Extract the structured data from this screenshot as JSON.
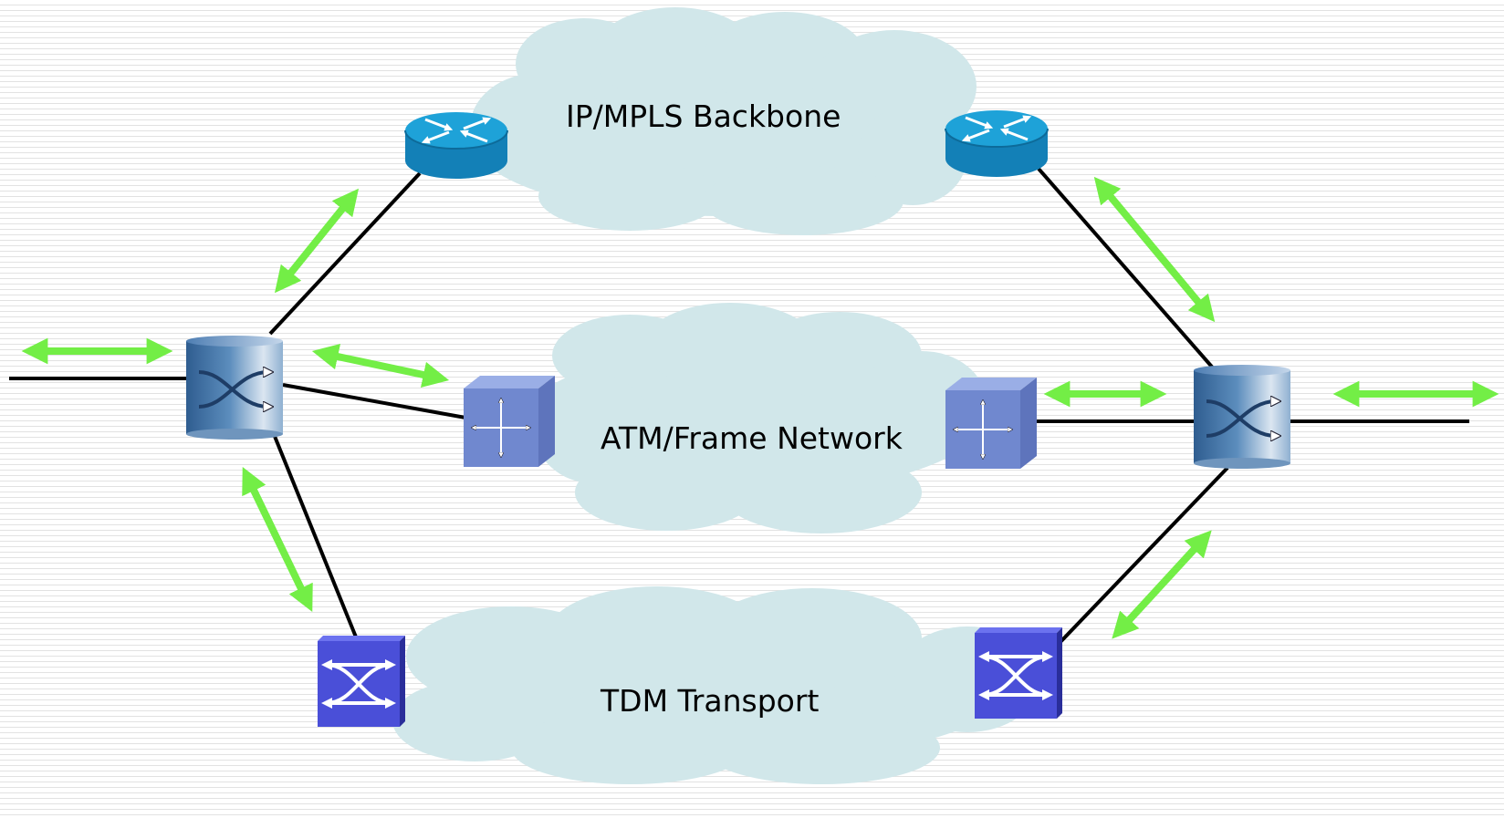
{
  "networks": {
    "ip_mpls": {
      "label": "IP/MPLS Backbone"
    },
    "atm_frame": {
      "label": "ATM/Frame Network"
    },
    "tdm": {
      "label": "TDM Transport"
    }
  },
  "icons": {
    "router": "router-icon",
    "atm_switch": "atm-switch-icon",
    "tdm_switch": "cross-connect-switch-icon",
    "multiservice_switch": "multiservice-switch-icon",
    "traffic_arrow": "double-arrow-icon"
  },
  "colors": {
    "cloud": "#d1e7ea",
    "link": "#000000",
    "traffic_arrow": "#73ee46",
    "router": "#1ea2d8",
    "atm_switch": "#7088cf",
    "tdm_switch": "#4a4fd8",
    "multiservice_switch": "#3d6a9e"
  }
}
